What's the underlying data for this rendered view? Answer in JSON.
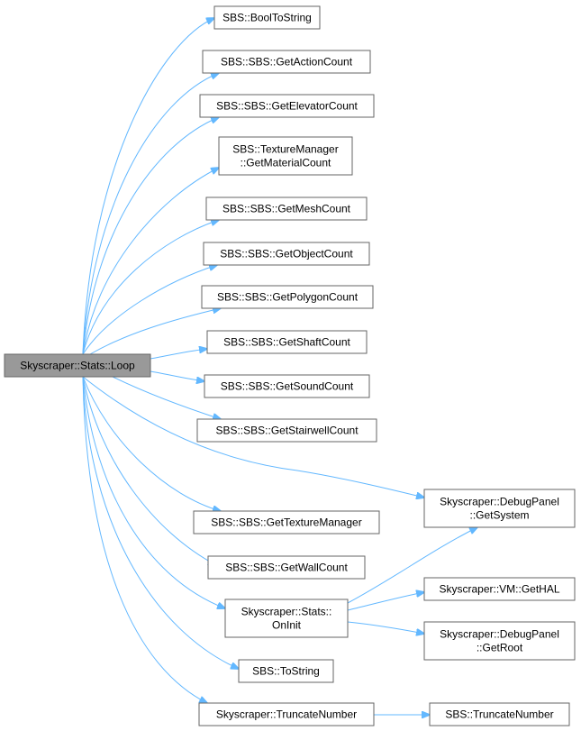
{
  "colors": {
    "edge": "#63b8ff",
    "node_border": "#666666",
    "node_fill": "#ffffff",
    "root_fill": "#999999",
    "root_border": "#666666",
    "text": "#000000"
  },
  "nodes": {
    "root": [
      "Skyscraper::Stats::Loop"
    ],
    "booltostring": [
      "SBS::BoolToString"
    ],
    "getactioncount": [
      "SBS::SBS::GetActionCount"
    ],
    "getelevatorcount": [
      "SBS::SBS::GetElevatorCount"
    ],
    "getmaterialcount": [
      "SBS::TextureManager",
      "::GetMaterialCount"
    ],
    "getmeshcount": [
      "SBS::SBS::GetMeshCount"
    ],
    "getobjectcount": [
      "SBS::SBS::GetObjectCount"
    ],
    "getpolygoncount": [
      "SBS::SBS::GetPolygonCount"
    ],
    "getshaftcount": [
      "SBS::SBS::GetShaftCount"
    ],
    "getsoundcount": [
      "SBS::SBS::GetSoundCount"
    ],
    "getstairwellcount": [
      "SBS::SBS::GetStairwellCount"
    ],
    "gettexturemanager": [
      "SBS::SBS::GetTextureManager"
    ],
    "getwallcount": [
      "SBS::SBS::GetWallCount"
    ],
    "oninit": [
      "Skyscraper::Stats::",
      "OnInit"
    ],
    "tostring": [
      "SBS::ToString"
    ],
    "truncatenumber": [
      "Skyscraper::TruncateNumber"
    ],
    "getsystem": [
      "Skyscraper::DebugPanel",
      "::GetSystem"
    ],
    "gethal": [
      "Skyscraper::VM::GetHAL"
    ],
    "getroot": [
      "Skyscraper::DebugPanel",
      "::GetRoot"
    ],
    "sbstruncatenumber": [
      "SBS::TruncateNumber"
    ]
  }
}
